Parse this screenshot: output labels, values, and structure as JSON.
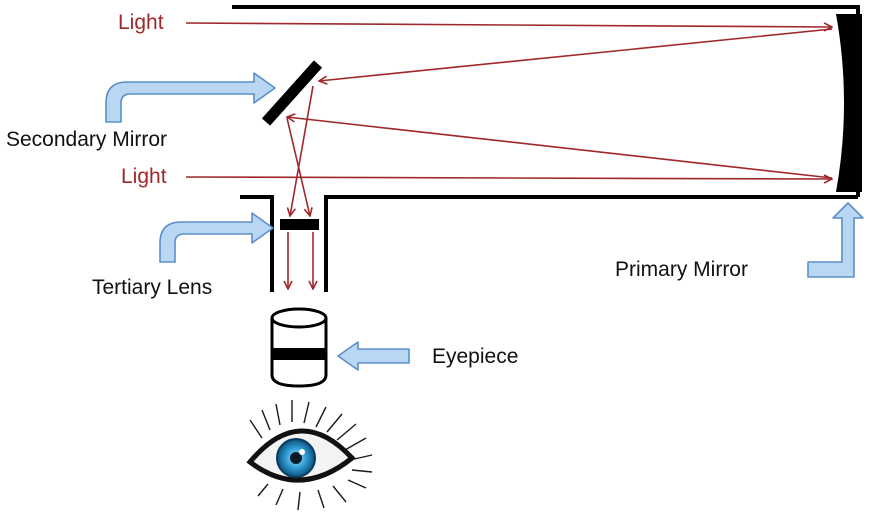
{
  "labels": {
    "light_top": "Light",
    "light_bottom": "Light",
    "secondary_mirror": "Secondary Mirror",
    "tertiary_lens": "Tertiary Lens",
    "primary_mirror": "Primary Mirror",
    "eyepiece": "Eyepiece"
  },
  "colors": {
    "light_ray": "#a0282b",
    "callout_arrow_fill": "#b9d6f2",
    "callout_arrow_stroke": "#5b8fc7",
    "tube": "#000000",
    "iris": "#2f9bd3"
  }
}
